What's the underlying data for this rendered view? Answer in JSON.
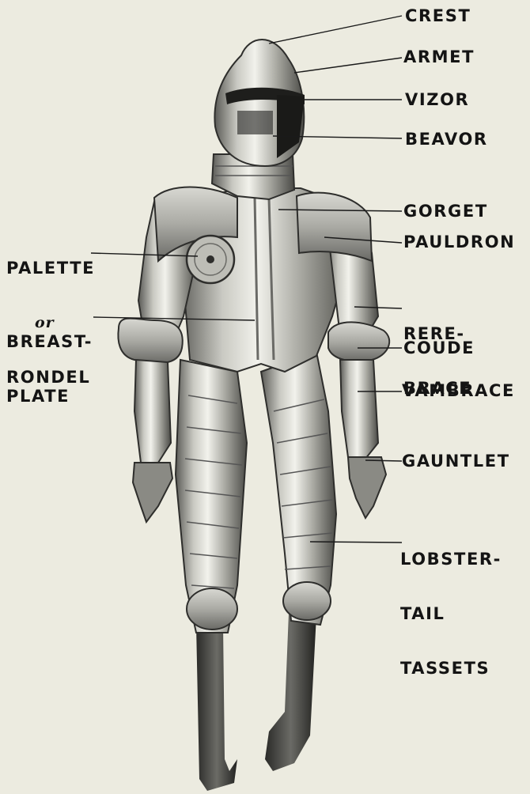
{
  "diagram": {
    "labels": {
      "crest": "CREST",
      "armet": "ARMET",
      "vizor": "VIZOR",
      "beavor": "BEAVOR",
      "gorget": "GORGET",
      "pauldron": "PAULDRON",
      "palette_line1": "PALETTE",
      "palette_line2": "or",
      "palette_line3": "RONDEL",
      "breastplate_line1": "BREAST-",
      "breastplate_line2": "PLATE",
      "rerebrace_line1": "RERE-",
      "rerebrace_line2": "BRACE",
      "coude": "COUDE",
      "vambrace": "VAMBRACE",
      "gauntlet": "GAUNTLET",
      "tassets_line1": "LOBSTER-",
      "tassets_line2": "TAIL",
      "tassets_line3": "TASSETS"
    },
    "colors": {
      "paper": "#ecebe0",
      "ink": "#141414",
      "steel_light": "#e4e4de",
      "steel_mid": "#9a9a94",
      "steel_dark": "#3a3a38"
    }
  }
}
